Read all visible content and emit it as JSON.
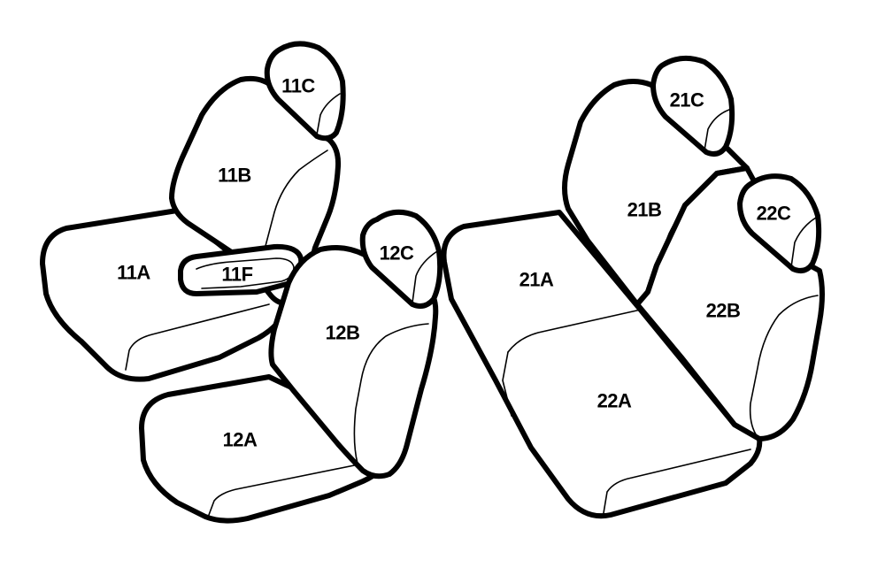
{
  "seats": [
    {
      "id": "front-left",
      "parts": [
        {
          "key": "11C",
          "label": "11C"
        },
        {
          "key": "11B",
          "label": "11B"
        },
        {
          "key": "11A",
          "label": "11A"
        },
        {
          "key": "11F",
          "label": "11F"
        }
      ]
    },
    {
      "id": "front-right",
      "parts": [
        {
          "key": "12C",
          "label": "12C"
        },
        {
          "key": "12B",
          "label": "12B"
        },
        {
          "key": "12A",
          "label": "12A"
        }
      ]
    },
    {
      "id": "rear-bench",
      "parts": [
        {
          "key": "21C",
          "label": "21C"
        },
        {
          "key": "21B",
          "label": "21B"
        },
        {
          "key": "21A",
          "label": "21A"
        },
        {
          "key": "22C",
          "label": "22C"
        },
        {
          "key": "22B",
          "label": "22B"
        },
        {
          "key": "22A",
          "label": "22A"
        }
      ]
    }
  ],
  "colors": {
    "outline": "#000000",
    "fill": "#ffffff"
  }
}
